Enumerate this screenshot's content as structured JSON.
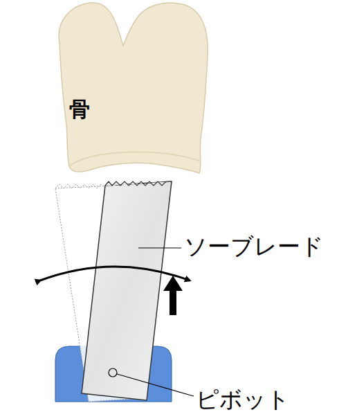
{
  "diagram": {
    "nodes": [
      {
        "text": [
          "骨"
        ]
      }
    ],
    "labels": [
      "ソーブレード",
      "ピボット"
    ]
  }
}
